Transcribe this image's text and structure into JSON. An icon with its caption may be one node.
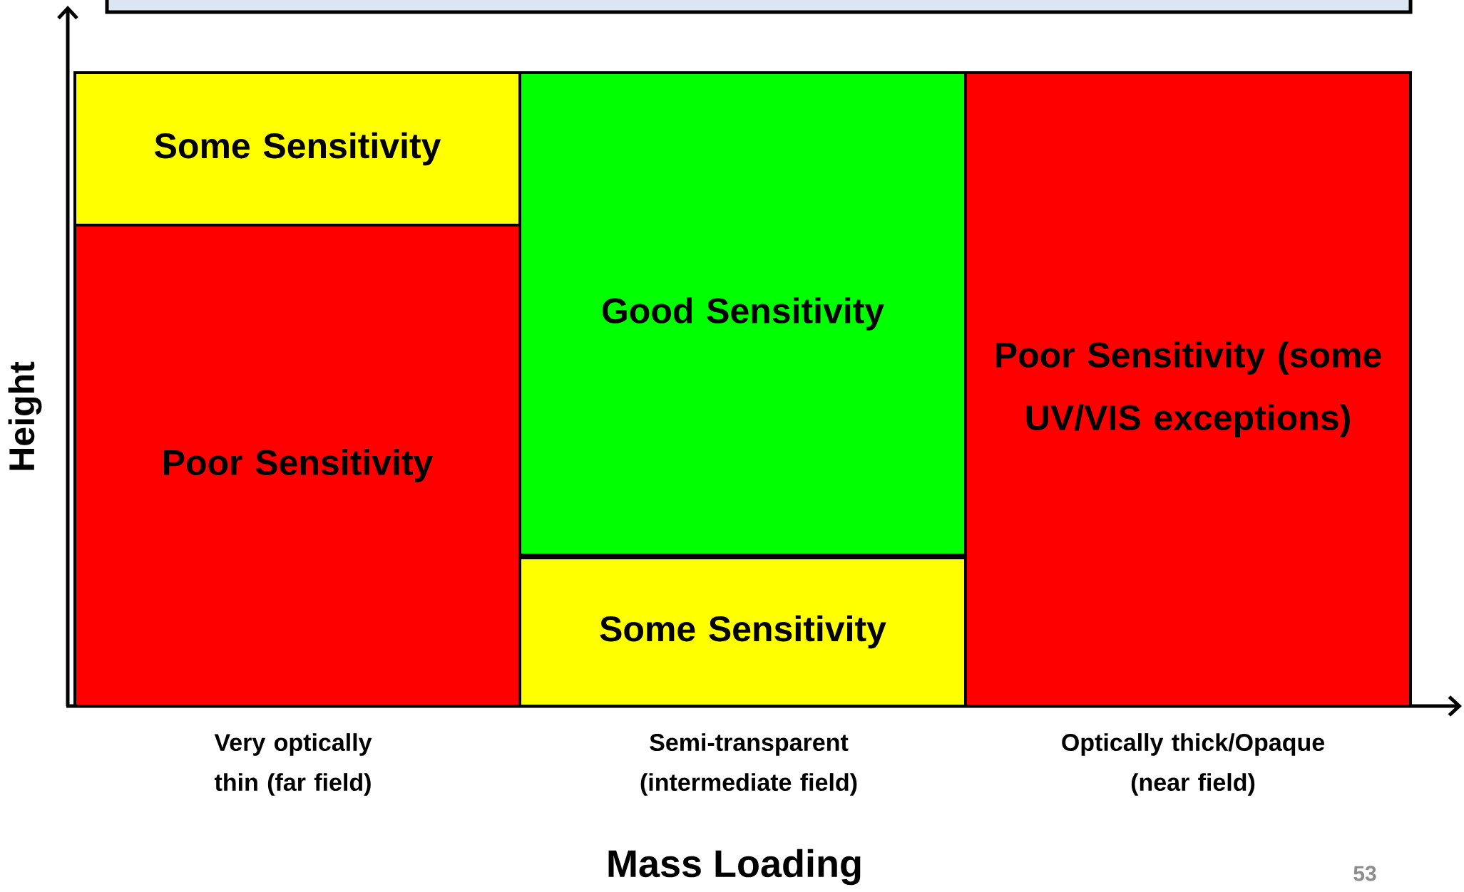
{
  "diagram": {
    "nodes": [
      {
        "text": [],
        "shape": "box"
      },
      {
        "text": [
          "Some Sensitivity"
        ]
      },
      {
        "text": [
          "Poor Sensitivity"
        ]
      },
      {
        "text": [
          "Good Sensitivity"
        ]
      },
      {
        "text": [
          "Some Sensitivity"
        ]
      },
      {
        "text": [
          "Poor Sensitivity (some UV/VIS exceptions)"
        ]
      }
    ],
    "labels": [
      "Height",
      "Very optically thin (far field)",
      "Semi-transparent (intermediate field)",
      "Optically thick/Opaque (near field)",
      "Mass Loading",
      "53"
    ]
  }
}
